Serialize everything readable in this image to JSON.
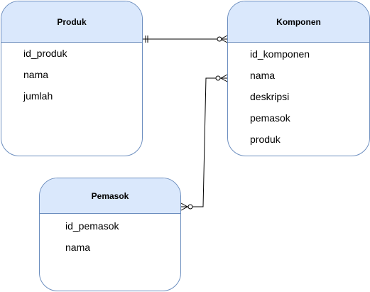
{
  "entities": {
    "produk": {
      "title": "Produk",
      "attributes": [
        "id_produk",
        "nama",
        "jumlah"
      ]
    },
    "komponen": {
      "title": "Komponen",
      "attributes": [
        "id_komponen",
        "nama",
        "deskripsi",
        "pemasok",
        "produk"
      ]
    },
    "pemasok": {
      "title": "Pemasok",
      "attributes": [
        "id_pemasok",
        "nama"
      ]
    }
  },
  "relationships": [
    {
      "from": "produk",
      "to": "komponen",
      "from_cardinality": "one-and-only-one",
      "to_cardinality": "zero-or-many"
    },
    {
      "from": "pemasok",
      "to": "komponen",
      "from_cardinality": "zero-or-many",
      "to_cardinality": "zero-or-many"
    }
  ],
  "colors": {
    "header_fill": "#dae8fc",
    "border": "#6c8ebf",
    "line": "#000000"
  }
}
